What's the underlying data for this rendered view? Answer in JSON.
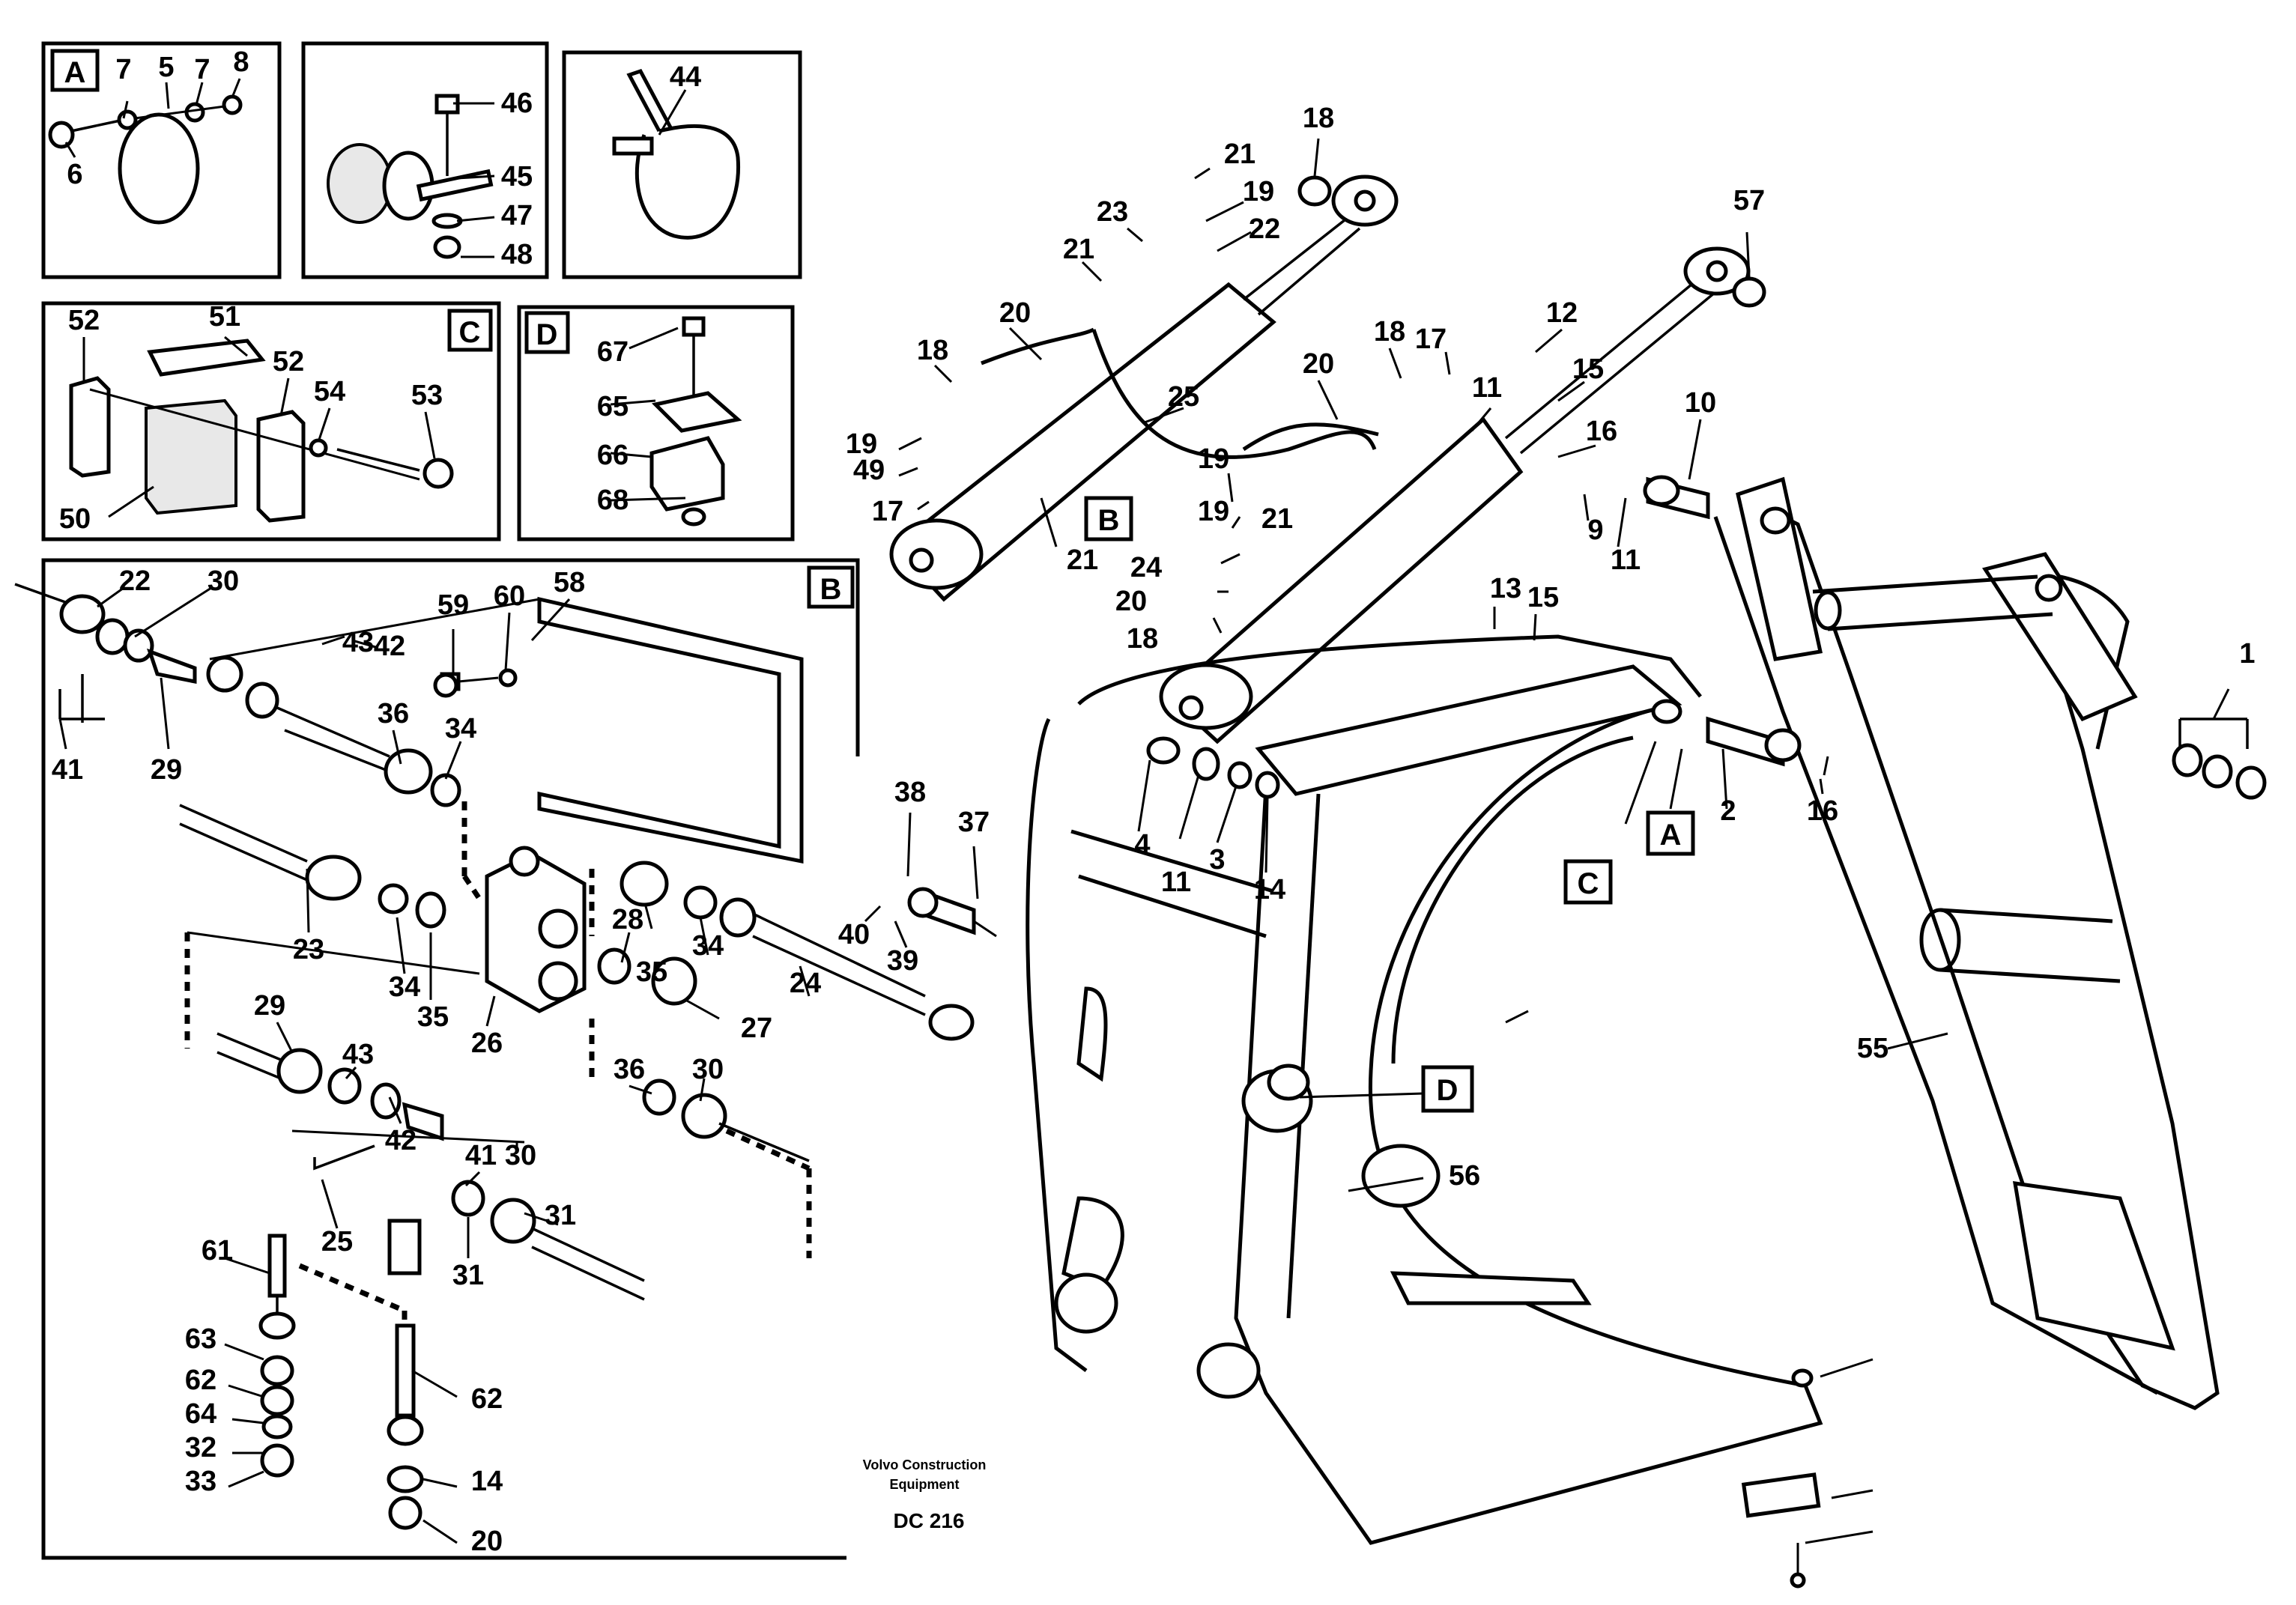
{
  "inset_tags": [
    "A",
    "C",
    "D",
    "B"
  ],
  "frame_tags": [
    "B",
    "A",
    "C",
    "D"
  ],
  "callouts": [
    "7",
    "5",
    "7",
    "8",
    "6",
    "46",
    "45",
    "47",
    "48",
    "44",
    "52",
    "51",
    "52",
    "54",
    "53",
    "50",
    "67",
    "65",
    "66",
    "68",
    "22",
    "30",
    "43",
    "42",
    "59",
    "60",
    "58",
    "41",
    "29",
    "36",
    "34",
    "23",
    "28",
    "35",
    "34",
    "24",
    "34",
    "35",
    "26",
    "27",
    "36",
    "30",
    "29",
    "43",
    "42",
    "41",
    "30",
    "25",
    "31",
    "31",
    "61",
    "62",
    "63",
    "62",
    "64",
    "32",
    "33",
    "14",
    "20",
    "18",
    "21",
    "19",
    "23",
    "22",
    "21",
    "20",
    "18",
    "19",
    "49",
    "17",
    "25",
    "21",
    "20",
    "18",
    "19",
    "21",
    "24",
    "20",
    "18",
    "19",
    "17",
    "11",
    "12",
    "15",
    "16",
    "10",
    "9",
    "11",
    "13",
    "15",
    "16",
    "38",
    "37",
    "40",
    "39",
    "4",
    "11",
    "3",
    "14",
    "2",
    "1",
    "57",
    "55",
    "56"
  ],
  "footer": {
    "company": "Volvo Construction",
    "company_line2": "Equipment",
    "code": "DC 216"
  }
}
